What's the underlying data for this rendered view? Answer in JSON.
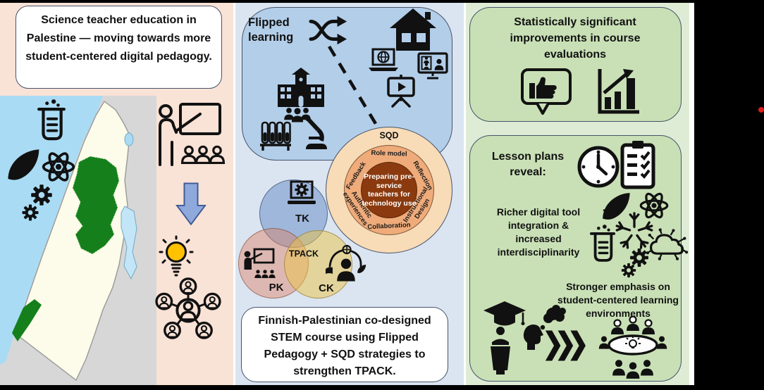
{
  "left": {
    "title": "Science teacher education in Palestine — moving towards more student-centered digital pedagogy.",
    "map_name": "palestine-israel-map",
    "icons": [
      "beaker-icon",
      "leaf-icon",
      "atom-icon",
      "gears-icon",
      "teacher-blackboard-icon",
      "down-arrow-icon",
      "lightbulb-icon",
      "people-network-icon"
    ]
  },
  "mid": {
    "flipped": "Flipped learning",
    "sqd": {
      "label": "SQD",
      "ring": [
        "Role model",
        "Reflection",
        "Instructional Design",
        "Collaboration",
        "Authentic experiences",
        "Feedback"
      ],
      "center": "Preparing pre-service teachers for technology use"
    },
    "tpack": {
      "tk": "TK",
      "pk": "PK",
      "ck": "CK",
      "center": "TPACK"
    },
    "bottom": "Finnish-Palestinian co-designed STEM course using Flipped Pedagogy + SQD strategies to strengthen TPACK.",
    "icons": [
      "shuffle-icon",
      "home-icon",
      "laptop-globe-icon",
      "video-call-icon",
      "presentation-play-icon",
      "school-icon",
      "students-icon",
      "test-tubes-icon",
      "microscope-icon",
      "dashed-divider",
      "laptop-gear-icon",
      "teaching-icon",
      "content-knowledge-icon"
    ]
  },
  "right": {
    "box1_title": "Statistically significant improvements in course evaluations",
    "lesson_title": "Lesson plans reveal:",
    "finding_digital": "Richer digital tool integration & increased interdisciplinarity",
    "finding_student": "Stronger emphasis on student-centered learning environments",
    "icons": [
      "thumbs-up-feedback-icon",
      "growth-chart-icon",
      "clock-icon",
      "checklist-clipboard-icon",
      "leaf-icon",
      "atom-icon",
      "beaker-icon",
      "collaboration-hands-icon",
      "network-cloud-icon",
      "gears-icon",
      "graduation-cap-icon",
      "lecturer-podium-icon",
      "thinking-cloud-icon",
      "chevrons-icon",
      "roundtable-discussion-icon"
    ]
  },
  "colors": {
    "panel_left_bg": "#f9e2d6",
    "panel_mid_bg": "#dbe4f1",
    "panel_right_bg": "#deecd5",
    "blob_blue": "#b3cee9",
    "box_border": "#44546a",
    "green_box_bg": "#c9e0b6",
    "sqd_outer": "#f8dbb7",
    "sqd_ring": "#efab7a",
    "sqd_center": "#8a3a0e",
    "arrow_fill": "#8fa9dc",
    "bulb_yellow": "#ffc100",
    "map_sea": "#a9dcf4",
    "map_land": "#fdfbe9",
    "map_green": "#15801b",
    "map_neutral": "#d7d7d7",
    "red_dot": "#e11a1a",
    "frame_black": "#000000"
  }
}
